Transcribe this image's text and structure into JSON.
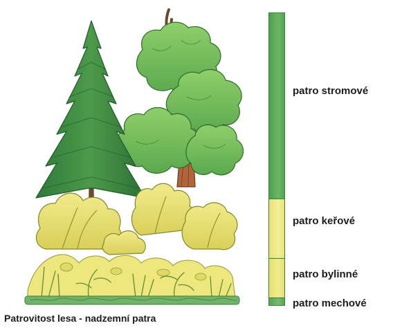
{
  "layers": [
    {
      "id": "tree",
      "label": "patro stromové",
      "color": "#6bb763"
    },
    {
      "id": "shrub",
      "label": "patro keřové",
      "color": "#f3ef96"
    },
    {
      "id": "herb",
      "label": "patro bylinné",
      "color": "#f1ec8c"
    },
    {
      "id": "moss",
      "label": "patro mechové",
      "color": "#78bb6d"
    }
  ],
  "caption": "Patrovitost lesa - nadzemní patra",
  "icons": {
    "spruce": "spruce-tree-icon",
    "oak": "deciduous-tree-icon",
    "shrubs": "shrub-icon",
    "herbs": "herb-icon",
    "moss": "moss-icon"
  }
}
